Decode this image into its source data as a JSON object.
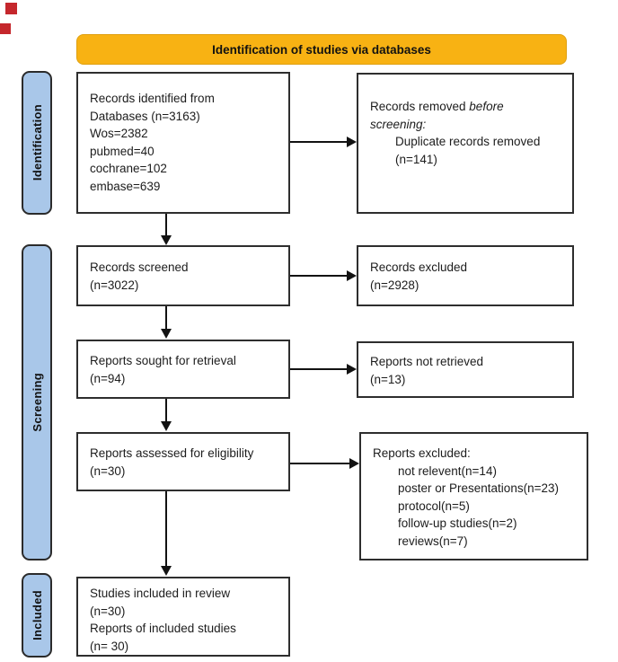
{
  "banner": {
    "label": "Identification of studies via databases"
  },
  "sidebar": {
    "items": [
      "Identification",
      "Screening",
      "Included"
    ]
  },
  "boxes": {
    "records_identified": {
      "lines": [
        "Records identified from",
        "Databases (n=3163)",
        "Wos=2382",
        "pubmed=40",
        "cochrane=102",
        "embase=639"
      ]
    },
    "records_removed": {
      "line1_normal": "Records removed ",
      "line1_italic": "before",
      "line2_italic": "screening:",
      "indented": [
        "Duplicate records removed",
        "(n=141)"
      ]
    },
    "records_screened": {
      "lines": [
        "Records screened",
        "(n=3022)"
      ]
    },
    "records_excluded": {
      "lines": [
        "Records excluded",
        "(n=2928)"
      ]
    },
    "reports_sought": {
      "lines": [
        "Reports sought for retrieval",
        "(n=94)"
      ]
    },
    "reports_not_retrieved": {
      "lines": [
        "Reports not retrieved",
        "(n=13)"
      ]
    },
    "reports_assessed": {
      "lines": [
        "Reports assessed for eligibility",
        "(n=30)"
      ]
    },
    "reports_excluded": {
      "title": "Reports excluded:",
      "items": [
        "not relevent(n=14)",
        "poster or Presentations(n=23)",
        "protocol(n=5)",
        "follow-up studies(n=2)",
        "reviews(n=7)"
      ]
    },
    "studies_included": {
      "lines": [
        "Studies included in review",
        "(n=30)",
        "Reports of included studies",
        "(n= 30)"
      ]
    }
  },
  "colors": {
    "banner_bg": "#F8B213",
    "sidebar_bg": "#A9C7E9",
    "box_border": "#2E2E2E",
    "arrow": "#121212",
    "marker_red": "#C5272C"
  }
}
